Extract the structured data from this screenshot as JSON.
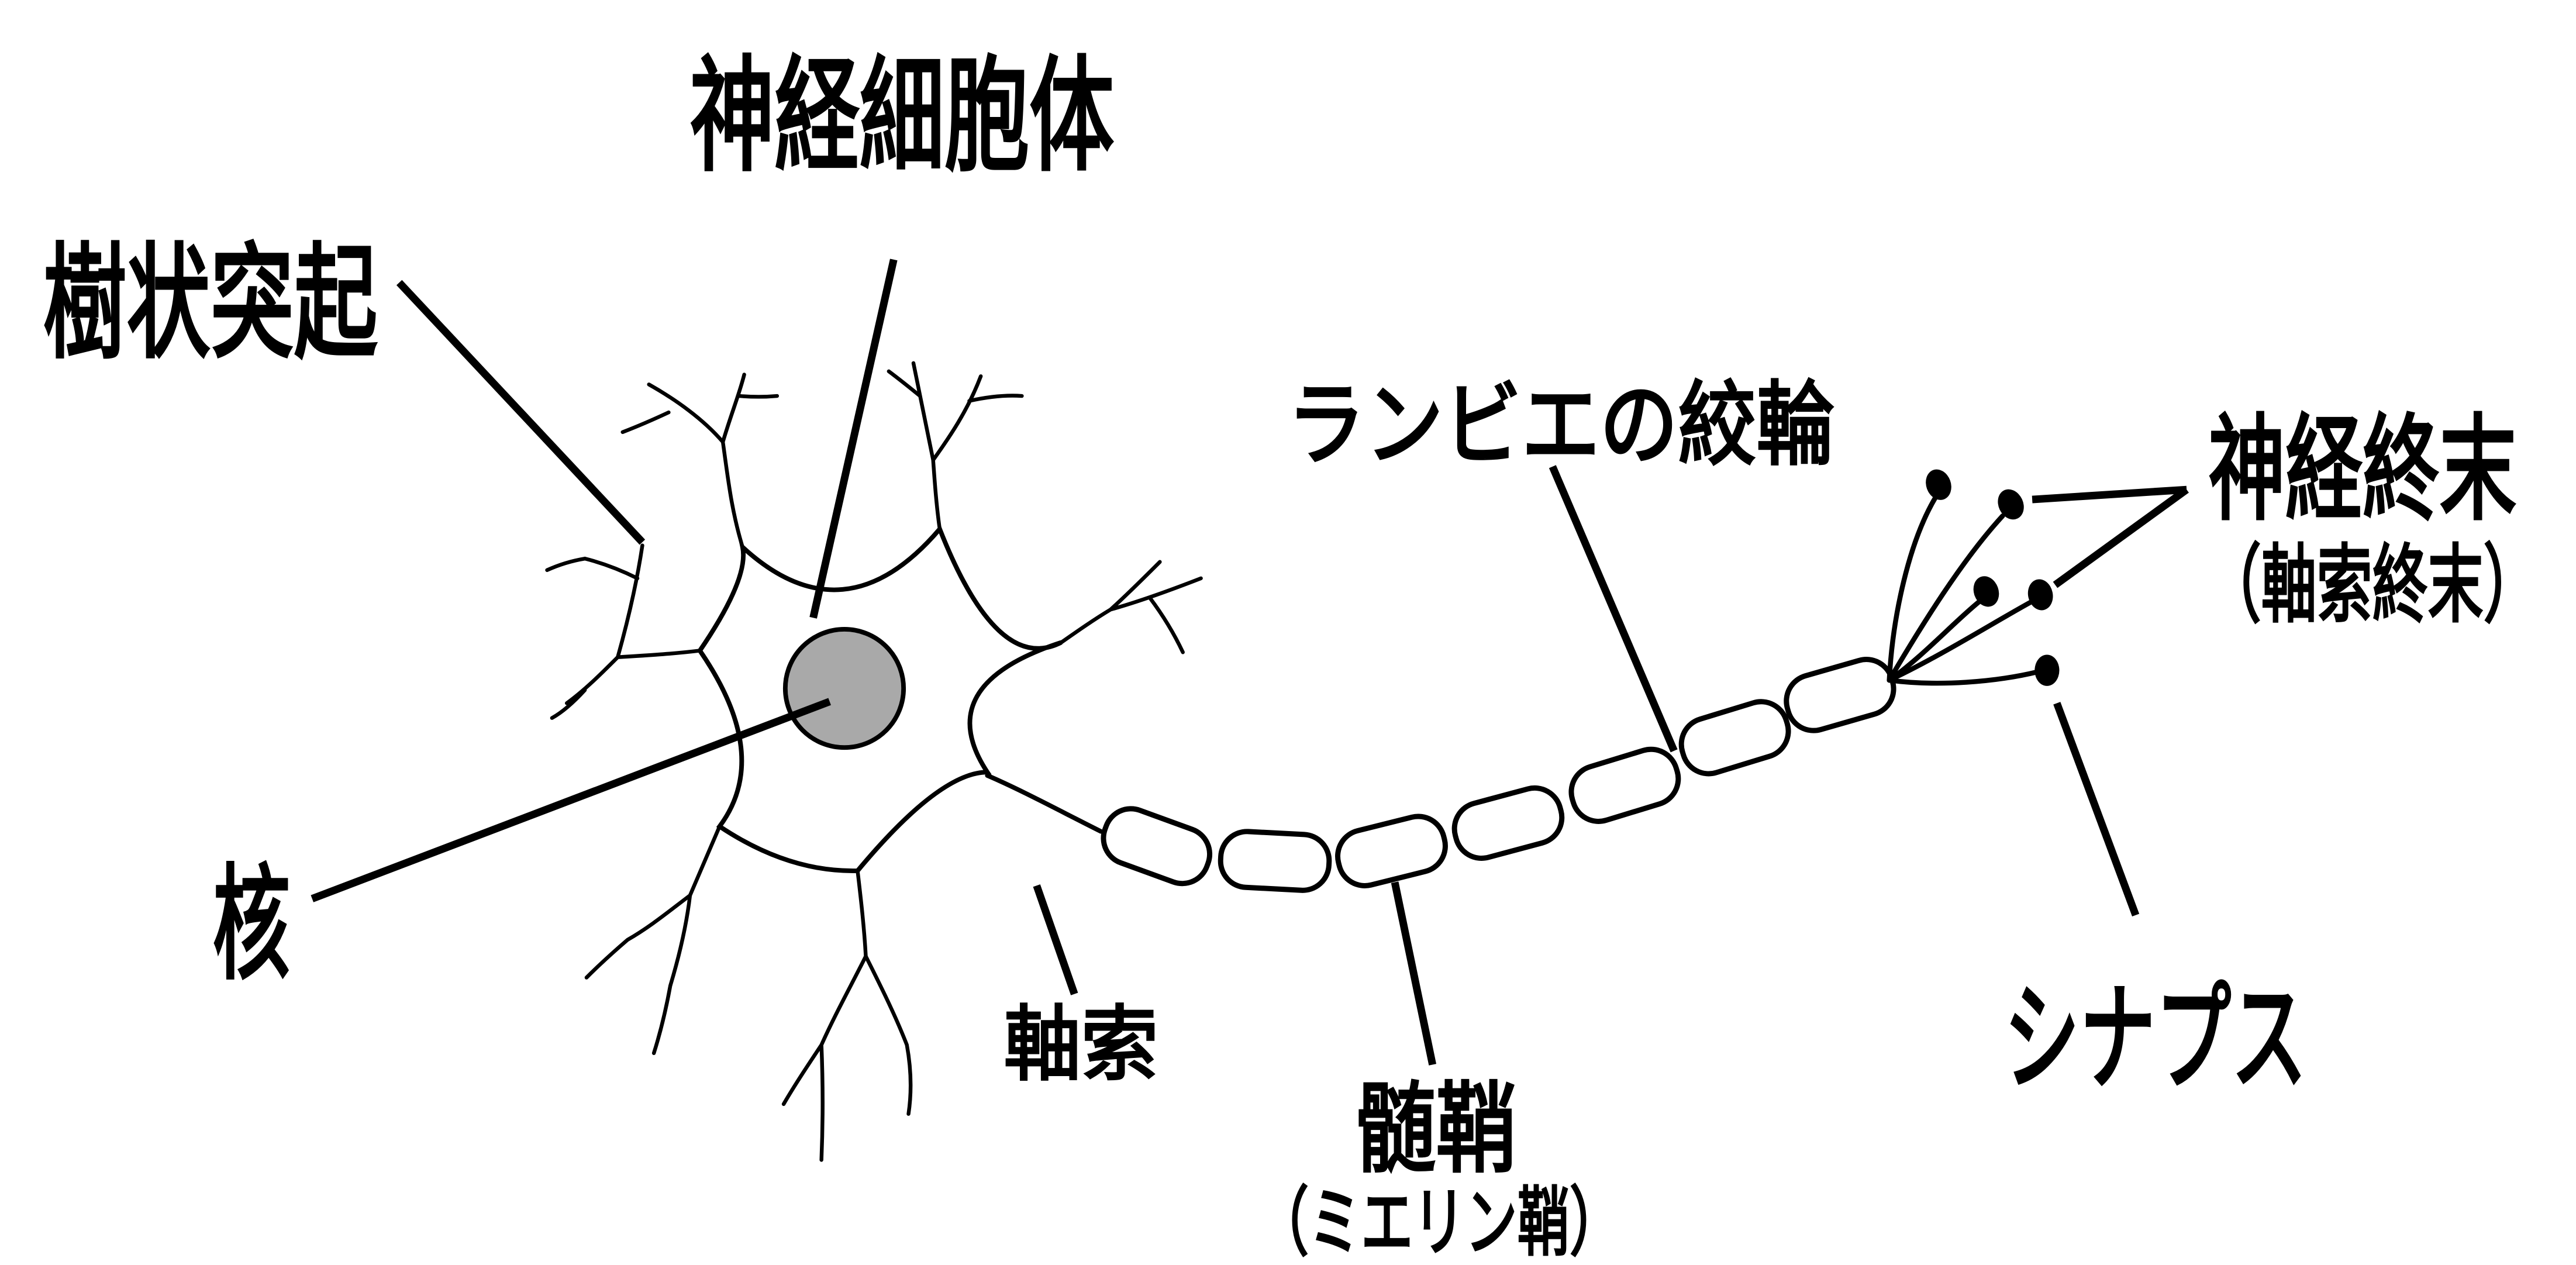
{
  "diagram": {
    "background": "#ffffff",
    "line_color": "#000000",
    "nucleus_fill": "#a9a9a9",
    "labels": {
      "cell_body": "神経細胞体",
      "dendrite": "樹状突起",
      "node_of_ranvier": "ランビエの絞輪",
      "nerve_terminal": "神経終末",
      "nerve_terminal_sub": "（軸索終末）",
      "nucleus": "核",
      "axon": "軸索",
      "myelin_sheath": "髄鞘",
      "myelin_sheath_sub": "（ミエリン鞘）",
      "synapse": "シナプス"
    }
  }
}
